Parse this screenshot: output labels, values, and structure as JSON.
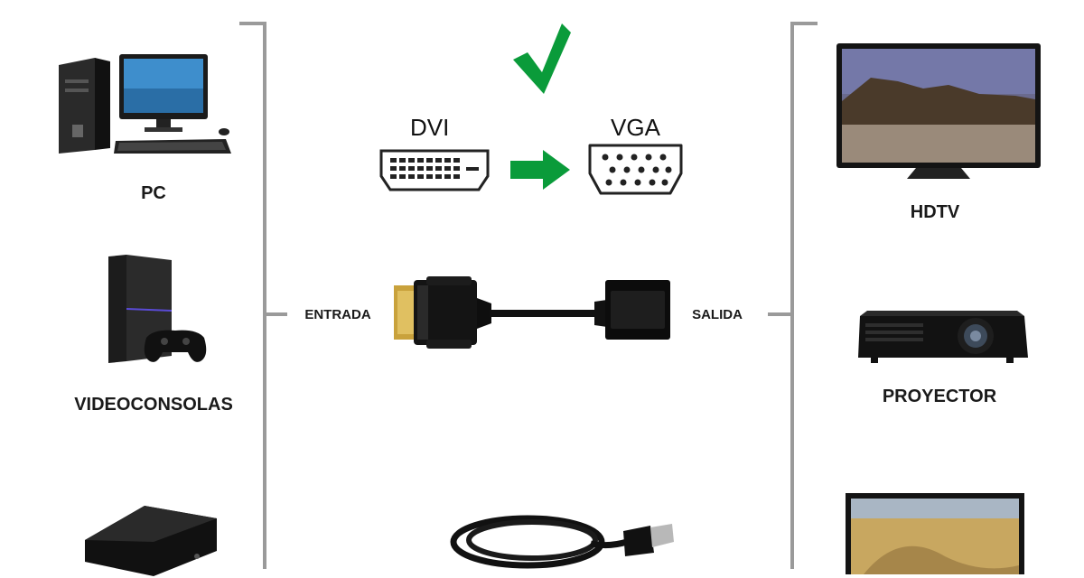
{
  "inputs": {
    "label": "ENTRADA",
    "devices": [
      {
        "label": "PC",
        "icon": "desktop-pc-icon"
      },
      {
        "label": "VIDEOCONSOLAS",
        "icon": "game-console-icon"
      },
      {
        "label": "",
        "icon": "media-box-icon"
      }
    ]
  },
  "outputs": {
    "label": "SALIDA",
    "devices": [
      {
        "label": "HDTV",
        "icon": "hdtv-icon"
      },
      {
        "label": "PROYECTOR",
        "icon": "projector-icon"
      },
      {
        "label": "",
        "icon": "monitor-icon"
      }
    ]
  },
  "conversion": {
    "from": "DVI",
    "to": "VGA",
    "check_color": "#0a9b3a",
    "arrow_color": "#0a9b3a"
  }
}
